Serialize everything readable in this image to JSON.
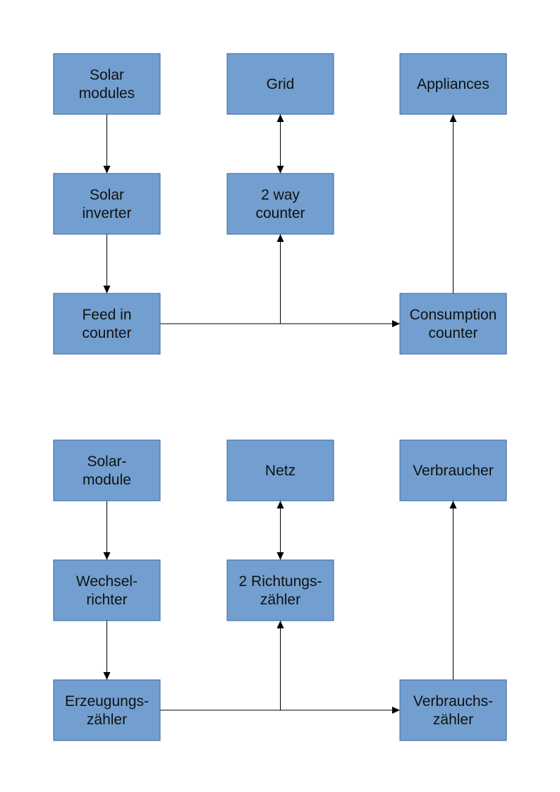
{
  "colors": {
    "node_fill": "#729fcf",
    "node_border": "#3465a4",
    "edge": "#000000",
    "text": "#111111"
  },
  "diagrams": [
    {
      "language": "en",
      "nodes": {
        "solar_modules": [
          "Solar",
          "modules"
        ],
        "grid": [
          "Grid"
        ],
        "appliances": [
          "Appliances"
        ],
        "solar_inverter": [
          "Solar",
          "inverter"
        ],
        "two_way_counter": [
          "2 way",
          "counter"
        ],
        "feed_in_counter": [
          "Feed in",
          "counter"
        ],
        "consumption_counter": [
          "Consumption",
          "counter"
        ]
      }
    },
    {
      "language": "de",
      "nodes": {
        "solar_modules": [
          "Solar-",
          "module"
        ],
        "grid": [
          "Netz"
        ],
        "appliances": [
          "Verbraucher"
        ],
        "solar_inverter": [
          "Wechsel-",
          "richter"
        ],
        "two_way_counter": [
          "2 Richtungs-",
          "zähler"
        ],
        "feed_in_counter": [
          "Erzeugungs-",
          "zähler"
        ],
        "consumption_counter": [
          "Verbrauchs-",
          "zähler"
        ]
      }
    }
  ],
  "edges": [
    {
      "from": "solar_modules",
      "to": "solar_inverter",
      "direction": "forward"
    },
    {
      "from": "solar_inverter",
      "to": "feed_in_counter",
      "direction": "forward"
    },
    {
      "from": "feed_in_counter",
      "to": "consumption_counter",
      "direction": "forward"
    },
    {
      "from": "feed_in_counter",
      "to": "two_way_counter",
      "direction": "forward",
      "via": "junction"
    },
    {
      "from": "two_way_counter",
      "to": "grid",
      "direction": "both"
    },
    {
      "from": "consumption_counter",
      "to": "appliances",
      "direction": "forward"
    }
  ]
}
